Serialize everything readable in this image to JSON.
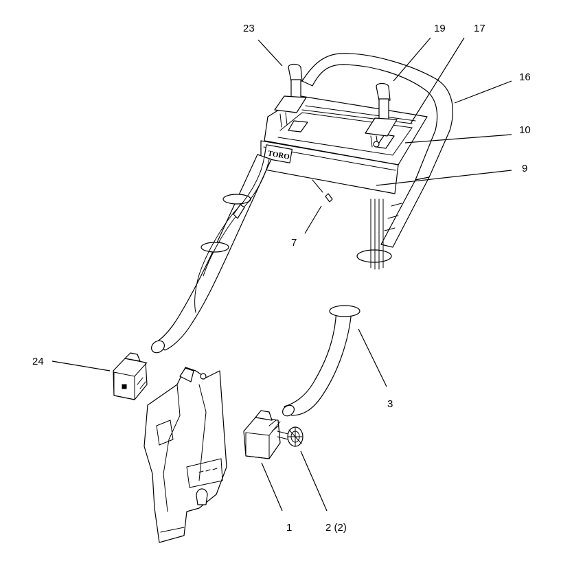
{
  "diagram": {
    "logo_text": "TORO",
    "callouts": [
      {
        "id": "23",
        "label": "23"
      },
      {
        "id": "19",
        "label": "19"
      },
      {
        "id": "17",
        "label": "17"
      },
      {
        "id": "16",
        "label": "16"
      },
      {
        "id": "10",
        "label": "10"
      },
      {
        "id": "9",
        "label": "9"
      },
      {
        "id": "7",
        "label": "7"
      },
      {
        "id": "24",
        "label": "24"
      },
      {
        "id": "3",
        "label": "3"
      },
      {
        "id": "1",
        "label": "1"
      },
      {
        "id": "2",
        "label": "2 (2)"
      }
    ]
  }
}
